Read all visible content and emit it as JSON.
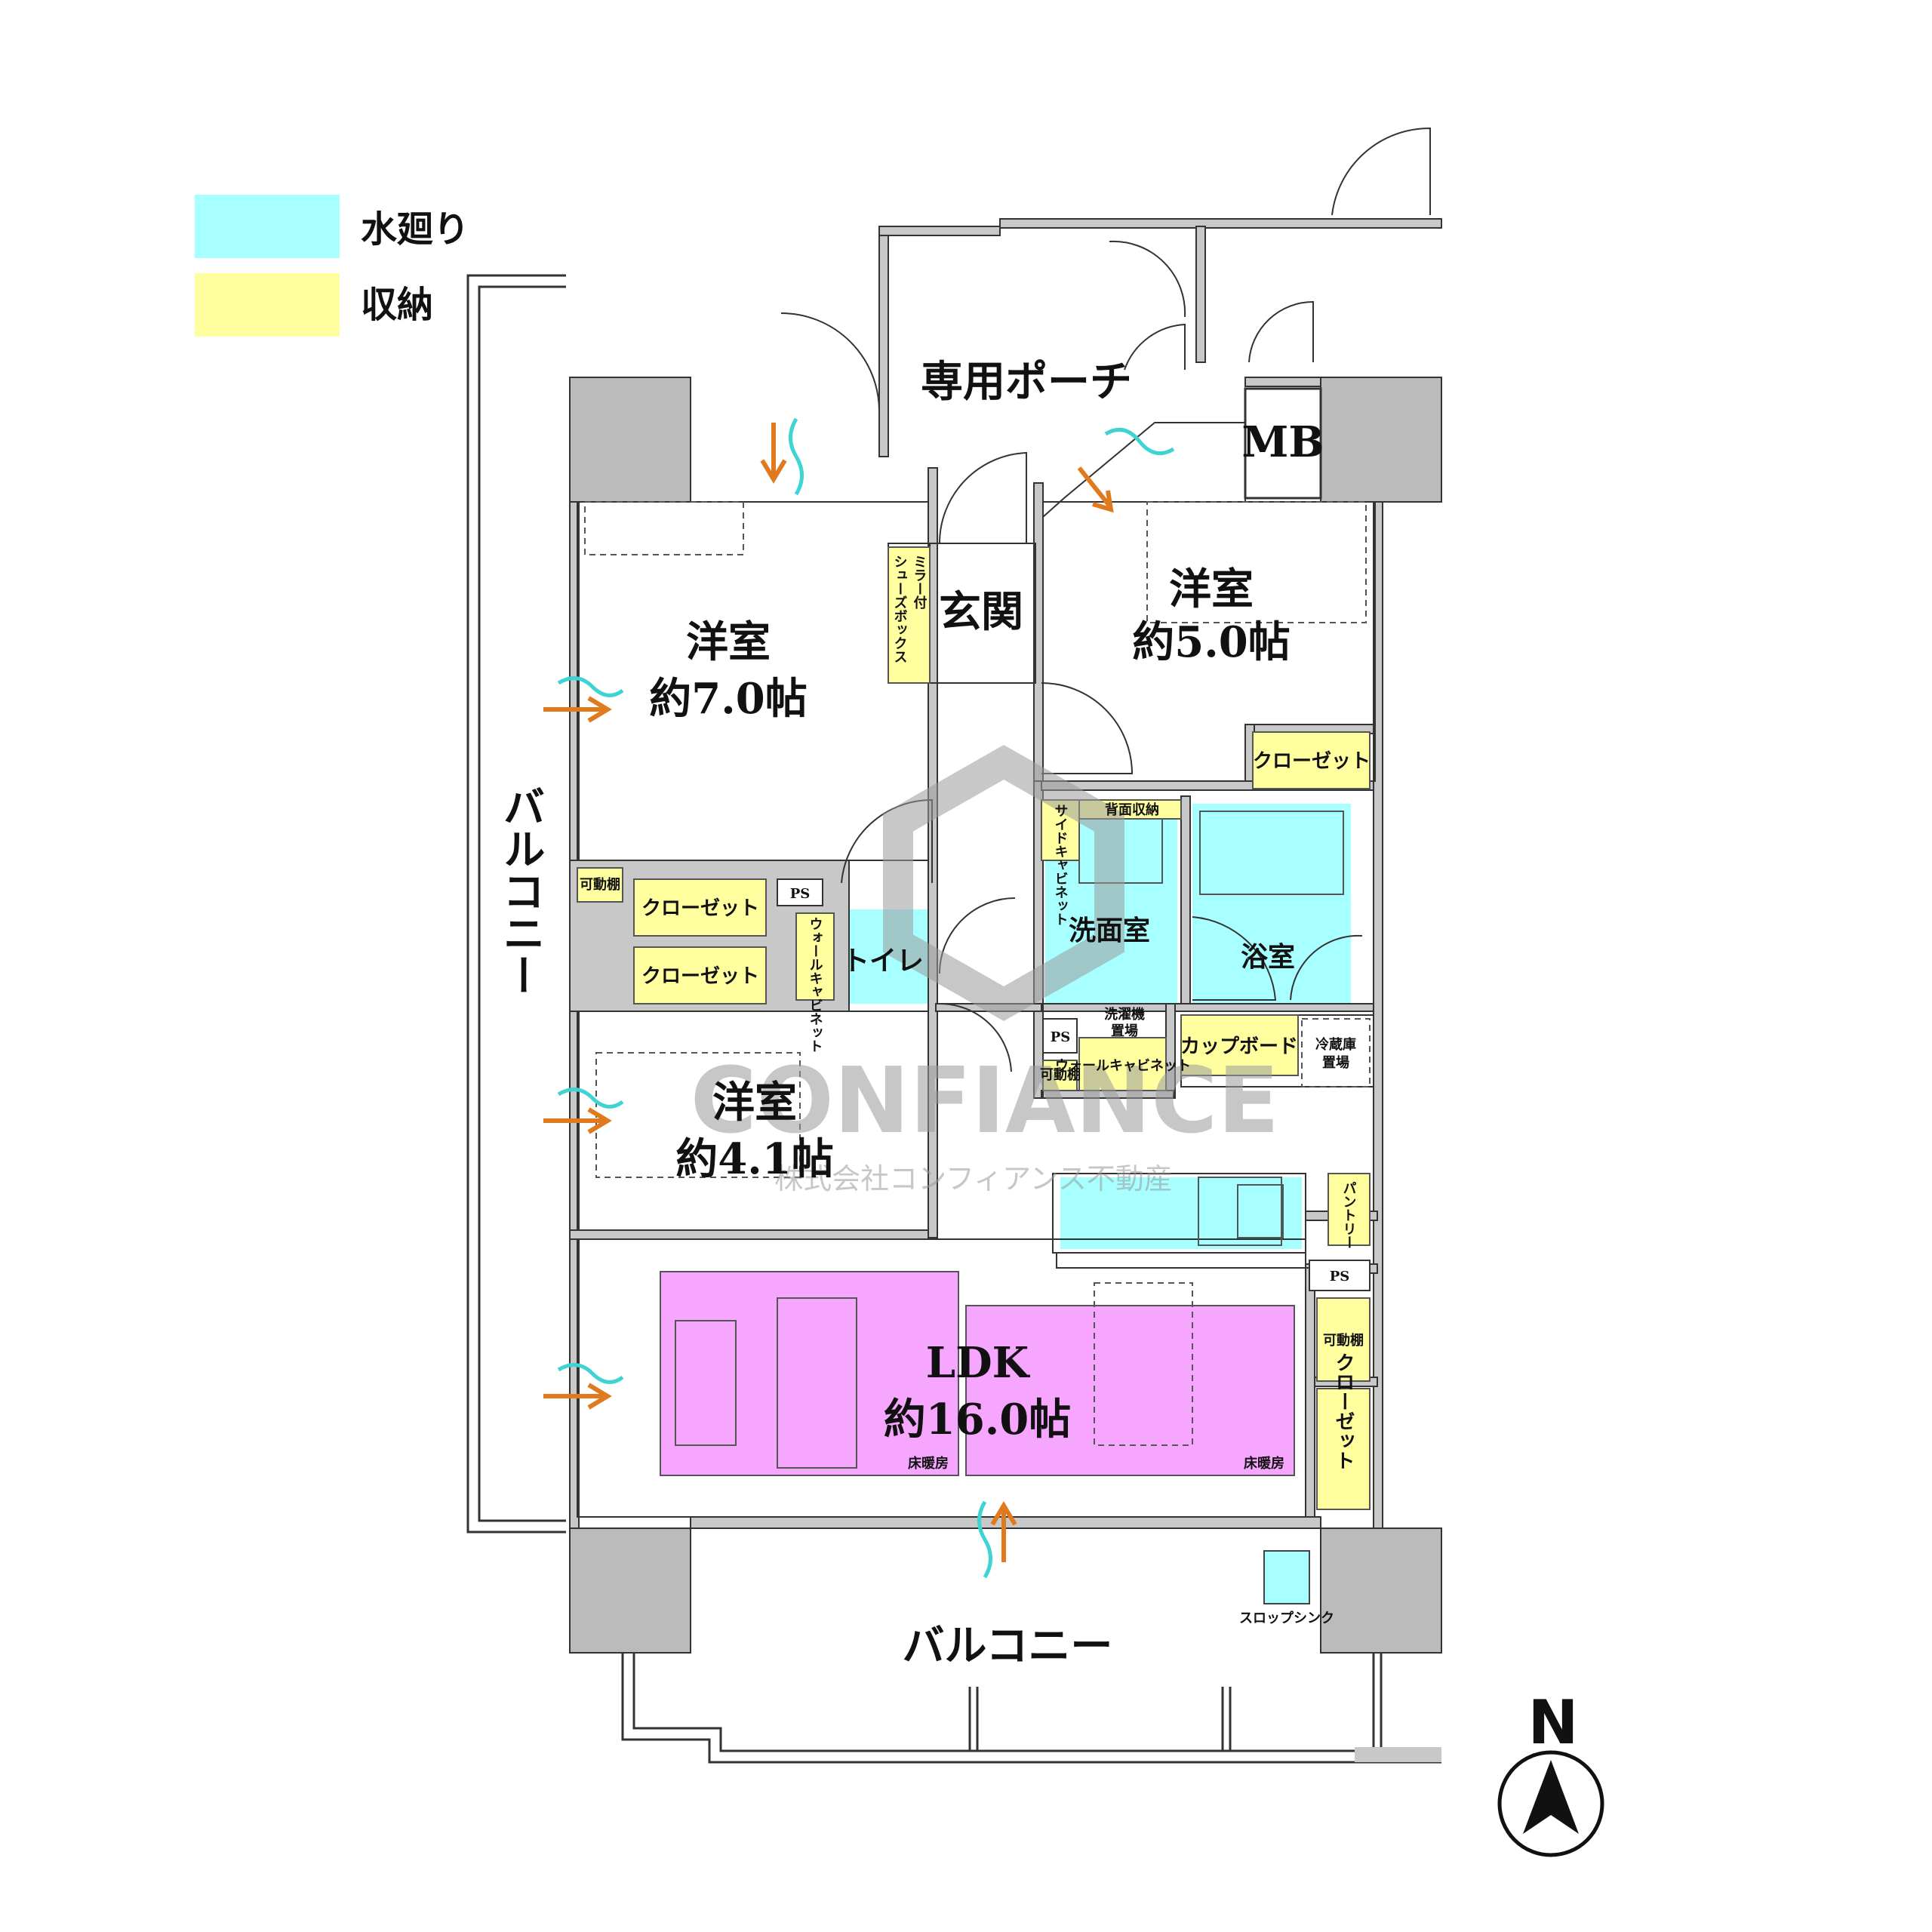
{
  "legend": {
    "items": [
      {
        "label": "水廻り",
        "color": "#a8ffff"
      },
      {
        "label": "収納",
        "color": "#ffff9f"
      }
    ]
  },
  "colors": {
    "water": "#a8ffff",
    "storage": "#ffff9f",
    "heating": "#f7a6ff",
    "wall": "#c8c8c8",
    "column": "#bbbbbb",
    "arrow": "#e07a1f",
    "breeze": "#3fd3d3"
  },
  "rooms": {
    "porch": "専用ポーチ",
    "mb": "MB",
    "entrance": "玄関",
    "western1_name": "洋室",
    "western1_size": "約7.0帖",
    "western2_name": "洋室",
    "western2_size": "約5.0帖",
    "western3_name": "洋室",
    "western3_size": "約4.1帖",
    "ldk_name": "LDK",
    "ldk_size": "約16.0帖",
    "washroom": "洗面室",
    "bath": "浴室",
    "toilet": "トイレ",
    "balcony_side": "バルコニー",
    "balcony_south": "バルコニー"
  },
  "storage": {
    "closet_r2": "クローゼット",
    "closet_a": "クローゼット",
    "closet_b": "クローゼット",
    "closet_ldk": "クローゼット",
    "movable_shelf_1": "可動棚",
    "movable_shelf_2": "可動棚",
    "movable_shelf_3": "可動棚",
    "shoebox_line1": "ミラー付",
    "shoebox_line2": "シューズボックス",
    "wall_cabinet_toilet": "ウォールキャビネット",
    "back_storage": "背面収納",
    "side_cabinet": "サイドキャビネット",
    "wall_cabinet_wash": "ウォールキャビネット",
    "cupboard": "カップボード",
    "pantry": "パントリー"
  },
  "fixtures": {
    "ps1": "PS",
    "ps2": "PS",
    "ps3": "PS",
    "washer_line1": "洗濯機",
    "washer_line2": "置場",
    "fridge_line1": "冷蔵庫",
    "fridge_line2": "置場",
    "floor_heat_1": "床暖房",
    "floor_heat_2": "床暖房",
    "slop_sink": "スロップシンク"
  },
  "watermark": {
    "brand": "CONFIANCE",
    "company": "株式会社コンフィアンス不動産"
  },
  "compass": {
    "label": "N"
  }
}
